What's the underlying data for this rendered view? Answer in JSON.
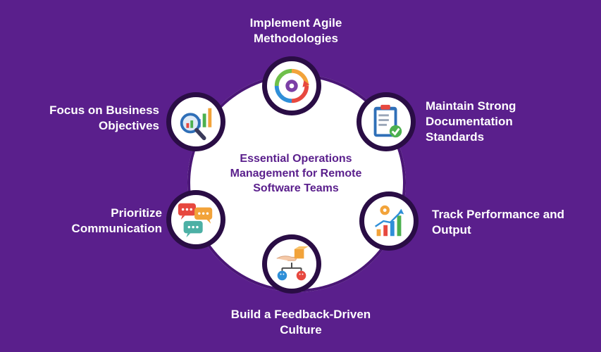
{
  "center_title": "Essential Operations Management for Remote Software Teams",
  "nodes": [
    {
      "label": "Implement Agile Methodologies",
      "icon": "agile-cycle-icon"
    },
    {
      "label": "Maintain Strong Documentation Standards",
      "icon": "clipboard-checklist-icon"
    },
    {
      "label": "Track Performance and Output",
      "icon": "growth-chart-gear-icon"
    },
    {
      "label": "Build a Feedback-Driven Culture",
      "icon": "feedback-hand-icon"
    },
    {
      "label": "Prioritize Communication",
      "icon": "chat-bubbles-icon"
    },
    {
      "label": "Focus on Business Objectives",
      "icon": "magnifier-chart-icon"
    }
  ],
  "colors": {
    "background": "#5a1f8c",
    "circle": "#ffffff",
    "node_border": "#2a0d45",
    "title": "#5a1f8c",
    "label": "#ffffff"
  }
}
